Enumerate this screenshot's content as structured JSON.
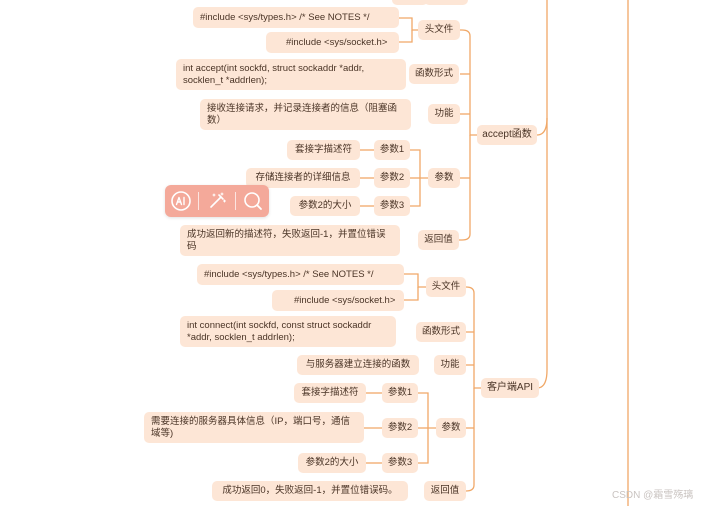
{
  "accept": {
    "root_label": "accept函数",
    "header": {
      "label": "头文件",
      "include_types": "#include <sys/types.h>         /* See NOTES */",
      "include_socket": "#include <sys/socket.h>"
    },
    "prototype": {
      "label": "函数形式",
      "text": "int accept(int sockfd, struct sockaddr *addr, socklen_t *addrlen);"
    },
    "function": {
      "label": "功能",
      "text": "接收连接请求，并记录连接者的信息（阻塞函数）"
    },
    "params": {
      "label": "参数",
      "p1_label": "参数1",
      "p1_text": "套接字描述符",
      "p2_label": "参数2",
      "p2_text": "存储连接者的详细信息",
      "p3_label": "参数3",
      "p3_text": "参数2的大小"
    },
    "return": {
      "label": "返回值",
      "text": "成功返回新的描述符，失败返回-1，并置位错误码"
    }
  },
  "client": {
    "root_label": "客户端API",
    "header": {
      "label": "头文件",
      "include_types": "#include <sys/types.h>          /* See NOTES */",
      "include_socket": "#include <sys/socket.h>"
    },
    "prototype": {
      "label": "函数形式",
      "text": "int connect(int sockfd, const struct sockaddr *addr, socklen_t addrlen);"
    },
    "function": {
      "label": "功能",
      "text": "与服务器建立连接的函数"
    },
    "params": {
      "label": "参数",
      "p1_label": "参数1",
      "p1_text": "套接字描述符",
      "p2_label": "参数2",
      "p2_text": "需要连接的服务器具体信息（IP，端口号，通信域等)",
      "p3_label": "参数3",
      "p3_text": "参数2的大小"
    },
    "return": {
      "label": "返回值",
      "text": "成功返回0，失败返回-1，并置位错误码。"
    }
  },
  "toolbar": {
    "ai_icon": "ai-icon",
    "magic_wand_icon": "magic-wand-icon",
    "search_icon": "search-icon"
  },
  "watermark": "CSDN @霜雪殇璃",
  "colors": {
    "line": "#f0a868",
    "node_bg": "#fde6d6",
    "toolbar_bg": "#f4a99a"
  }
}
